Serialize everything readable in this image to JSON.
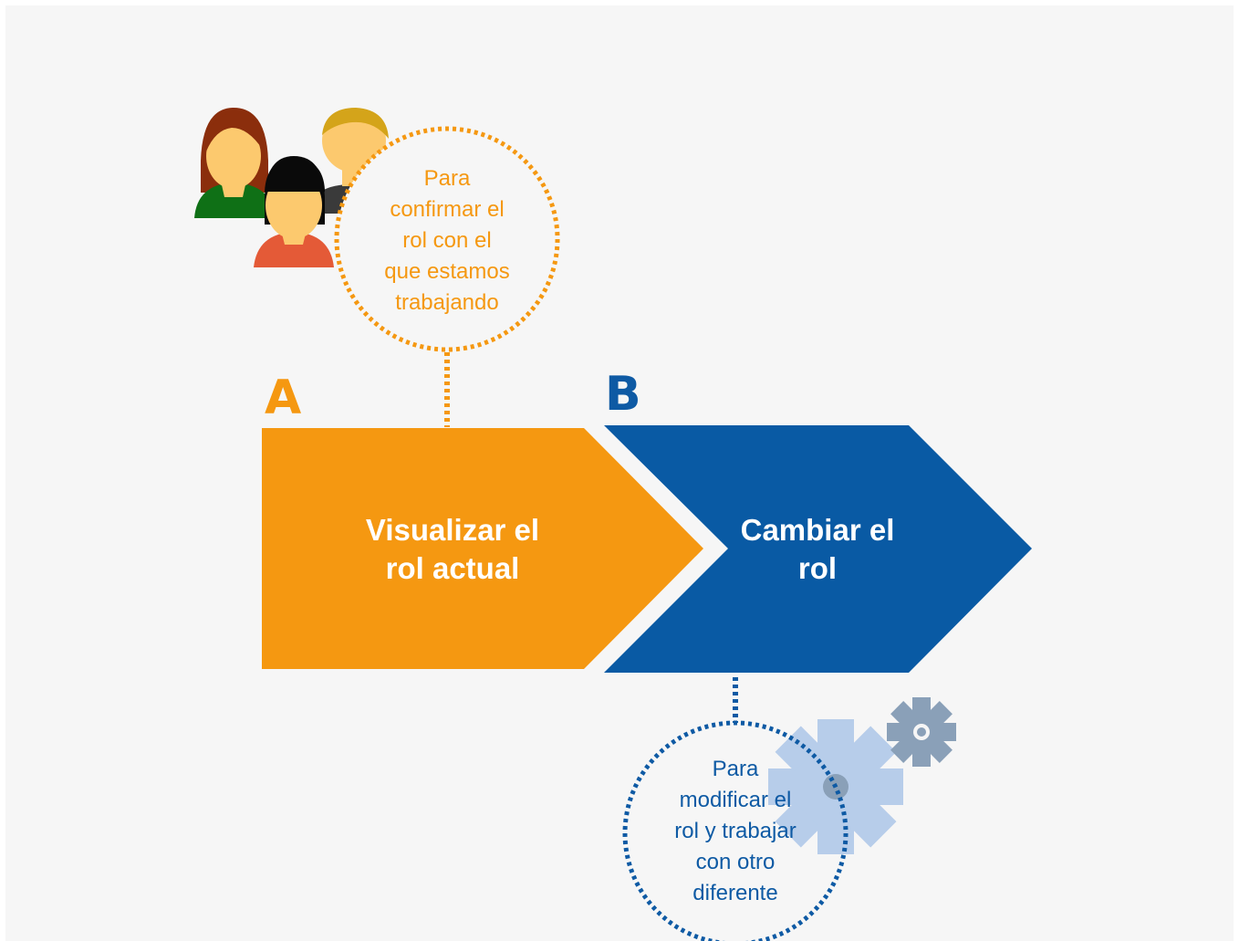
{
  "steps": [
    {
      "letter": "A",
      "label_line1": "Visualizar el",
      "label_line2": "rol actual",
      "color": "#f59811"
    },
    {
      "letter": "B",
      "label_line1": "Cambiar el",
      "label_line2": "rol",
      "color": "#095aa4"
    }
  ],
  "bubbles": {
    "a": {
      "color": "#f59811",
      "lines": [
        "Para",
        "confirmar el",
        "rol con el",
        "que estamos",
        "trabajando"
      ]
    },
    "b": {
      "color": "#0e5aa4",
      "lines": [
        "Para",
        "modificar el",
        "rol y trabajar",
        "con  otro",
        "diferente"
      ]
    }
  },
  "icons": {
    "people": "people-group-icon",
    "gears": "gears-icon"
  },
  "colors": {
    "background": "#f6f6f6",
    "gear_light": "#b7cdea",
    "gear_dark": "#8aa0b8"
  }
}
